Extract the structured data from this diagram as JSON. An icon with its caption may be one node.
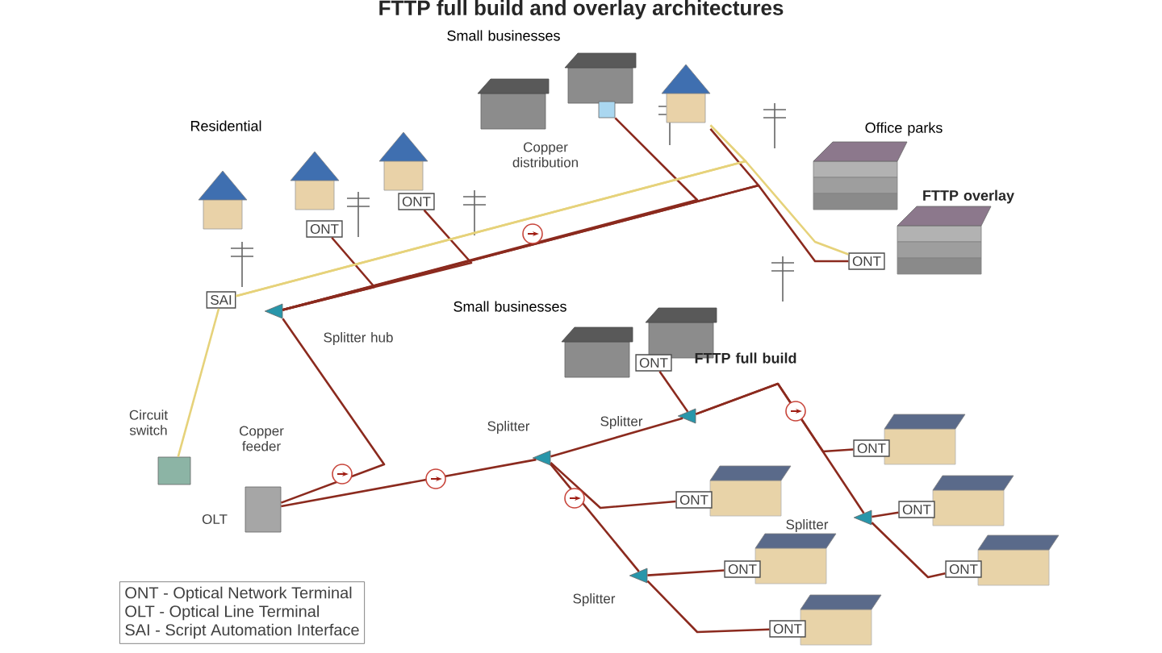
{
  "diagram": {
    "title": "FTTP full build and overlay architectures",
    "nodes": [
      {
        "text": [
          "SAI"
        ]
      },
      {
        "text": [],
        "shape": "triangle",
        "beside": [
          "Splitter hub"
        ]
      },
      {
        "text": [],
        "shape": "box",
        "beside": [
          "Circuit switch"
        ]
      },
      {
        "text": [],
        "shape": "box",
        "beside": [
          "OLT"
        ]
      },
      {
        "text": [
          "ONT"
        ]
      },
      {
        "text": [
          "ONT"
        ]
      },
      {
        "text": [],
        "shape": "box",
        "beside": [
          "Copper distribution"
        ]
      },
      {
        "text": [],
        "shape": "picture"
      },
      {
        "text": [
          "ONT"
        ]
      },
      {
        "text": [
          "ONT"
        ]
      },
      {
        "text": [],
        "shape": "triangle",
        "beside": [
          "Splitter"
        ]
      },
      {
        "text": [],
        "shape": "triangle",
        "beside": [
          "Splitter"
        ]
      },
      {
        "text": [],
        "shape": "triangle",
        "beside": [
          "Splitter"
        ]
      },
      {
        "text": [],
        "shape": "triangle",
        "beside": [
          "Splitter"
        ]
      },
      {
        "text": [
          "ONT"
        ]
      },
      {
        "text": [
          "ONT"
        ]
      },
      {
        "text": [
          "ONT"
        ]
      },
      {
        "text": [
          "ONT"
        ]
      },
      {
        "text": [
          "ONT"
        ]
      },
      {
        "text": [
          "ONT"
        ]
      },
      {
        "text": [
          "ONT - Optical Network Terminal",
          "OLT - Optical Line Terminal",
          "SAI - Script Automation Interface"
        ]
      }
    ],
    "edges": [
      {
        "from": 2,
        "to": 0,
        "arrow": "none",
        "label": "Copper feeder",
        "color": "#e6d27a"
      },
      {
        "from": 3,
        "to": 1,
        "arrow": "none"
      },
      {
        "from": 1,
        "to": 4,
        "arrow": "none"
      },
      {
        "from": 1,
        "to": 5,
        "arrow": "none"
      },
      {
        "from": 1,
        "to": 6,
        "arrow": "none"
      },
      {
        "from": 1,
        "to": 8,
        "arrow": "none"
      },
      {
        "from": 1,
        "to": 7,
        "arrow": "none"
      },
      {
        "from": 0,
        "to": 7,
        "arrow": "none",
        "color": "#e6d27a"
      },
      {
        "from": 0,
        "to": 8,
        "arrow": "none",
        "color": "#e6d27a"
      },
      {
        "from": 3,
        "to": 10,
        "arrow": "none"
      },
      {
        "from": 10,
        "to": 11,
        "arrow": "none"
      },
      {
        "from": 11,
        "to": 9,
        "arrow": "none"
      },
      {
        "from": 11,
        "to": 12,
        "arrow": "none"
      },
      {
        "from": 11,
        "to": 14,
        "arrow": "none"
      },
      {
        "from": 12,
        "to": 15,
        "arrow": "none"
      },
      {
        "from": 12,
        "to": 16,
        "arrow": "none"
      },
      {
        "from": 10,
        "to": 17,
        "arrow": "none"
      },
      {
        "from": 10,
        "to": 13,
        "arrow": "none"
      },
      {
        "from": 13,
        "to": 18,
        "arrow": "none"
      },
      {
        "from": 13,
        "to": 19,
        "arrow": "none"
      }
    ],
    "labels": [
      "Small businesses",
      "Office parks",
      "Residential",
      "FTTP overlay",
      "Small businesses",
      "FTTP full build"
    ]
  }
}
